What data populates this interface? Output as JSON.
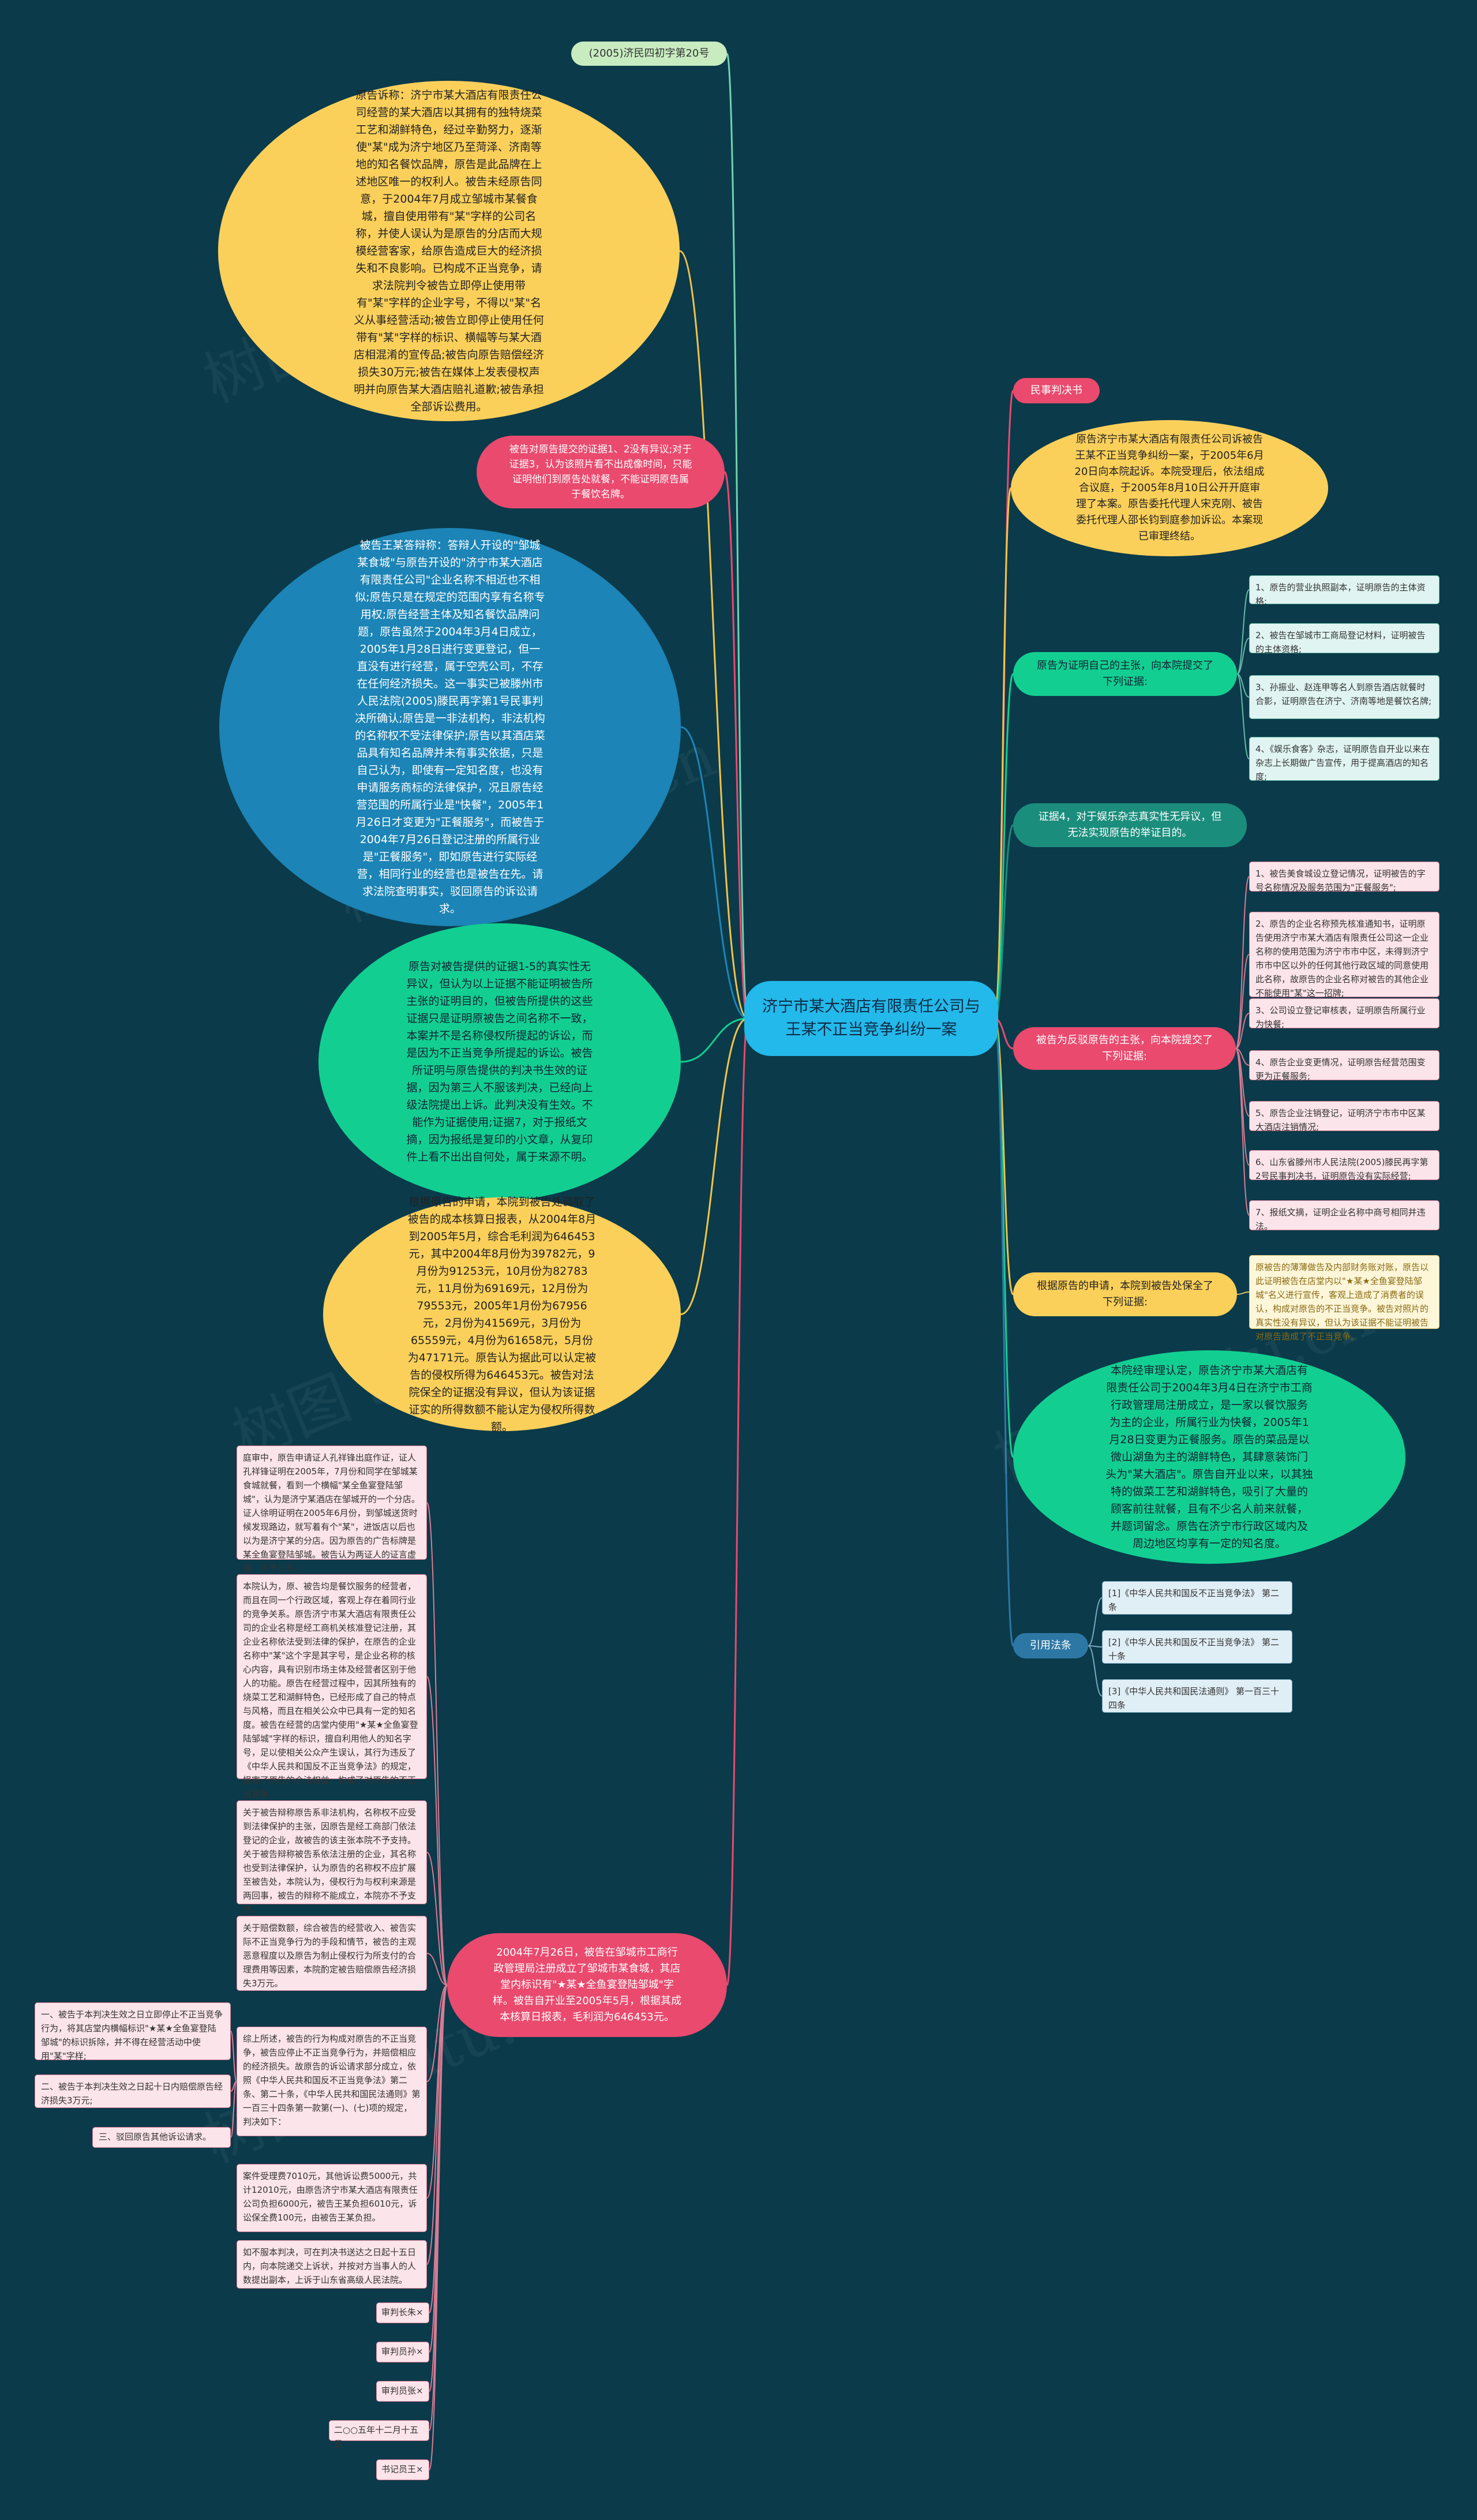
{
  "root": "济宁市某大酒店有限责任公司与王某不正当竞争纠纷一案",
  "watermark": "树图 shutu.cn",
  "colors": {
    "background": "#0b3a4a",
    "center": "#23b9ea",
    "yellow": "#fbd05a",
    "pink": "#e94a6e",
    "blue": "#1c84b6",
    "green": "#12cf91",
    "teal": "#1b8d7c"
  },
  "left": {
    "case_no": "(2005)济民四初字第20号",
    "plaintiff_claim": "原告诉称：济宁市某大酒店有限责任公司经营的某大酒店以其拥有的独特烧菜工艺和湖鲜特色，经过辛勤努力，逐渐使\"某\"成为济宁地区乃至菏泽、济南等地的知名餐饮品牌，原告是此品牌在上述地区唯一的权利人。被告未经原告同意，于2004年7月成立邹城市某餐食城，擅自使用带有\"某\"字样的公司名称，并使人误认为是原告的分店而大规模经营客家，给原告造成巨大的经济损失和不良影响。已构成不正当竞争，请求法院判令被告立即停止使用带有\"某\"字样的企业字号，不得以\"某\"名义从事经营活动;被告立即停止使用任何带有\"某\"字样的标识、横幅等与某大酒店相混淆的宣传品;被告向原告赔偿经济损失30万元;被告在媒体上发表侵权声明并向原告某大酒店赔礼道歉;被告承担全部诉讼费用。",
    "defendant_objection": "被告对原告提交的证据1、2没有异议;对于证据3，认为该照片看不出成像时间，只能证明他们到原告处就餐，不能证明原告属于餐饮名牌。",
    "defendant_defense": "被告王某答辩称：答辩人开设的\"邹城某食城\"与原告开设的\"济宁市某大酒店有限责任公司\"企业名称不相近也不相似;原告只是在规定的范围内享有名称专用权;原告经营主体及知名餐饮品牌问题，原告虽然于2004年3月4日成立，2005年1月28日进行变更登记，但一直没有进行经营，属于空壳公司，不存在任何经济损失。这一事实已被滕州市人民法院(2005)滕民再字第1号民事判决所确认;原告是一非法机构，非法机构的名称权不受法律保护;原告以其酒店菜品具有知名品牌并未有事实依据，只是自己认为，即使有一定知名度，也没有申请服务商标的法律保护，况且原告经营范围的所属行业是\"快餐\"，2005年1月26日才变更为\"正餐服务\"，而被告于2004年7月26日登记注册的所属行业是\"正餐服务\"，即如原告进行实际经营，相同行业的经营也是被告在先。请求法院查明事实，驳回原告的诉讼请求。",
    "court_opinion": "原告对被告提供的证据1-5的真实性无异议，但认为以上证据不能证明被告所主张的证明目的，但被告所提供的这些证据只是证明原被告之间名称不一致，本案并不是名称侵权所提起的诉讼，而是因为不正当竞争所提起的诉讼。被告所证明与原告提供的判决书生效的证据，因为第三人不服该判决，已经向上级法院提出上诉。此判决没有生效。不能作为证据使用;证据7，对于报纸文摘，因为报纸是复印的小文章，从复印件上看不出出自何处，属于来源不明。",
    "cost_review": "根据原告的申请，本院到被告处调取了被告的成本核算日报表，从2004年8月到2005年5月，综合毛利润为646453元，其中2004年8月份为39782元，9月份为91253元，10月份为82783元，11月份为69169元，12月份为79553元，2005年1月份为67956元，2月份为41569元，3月份为65559元，4月份为61658元，5月份为47171元。原告认为据此可以认定被告的侵权所得为646453元。被告对法院保全的证据没有异议，但认为该证据证实的所得数额不能认定为侵权所得数额。",
    "registration": "2004年7月26日，被告在邹城市工商行政管理局注册成立了邹城市某食城，其店堂内标识有\"★某★全鱼宴登陆邹城\"字样。被告自开业至2005年5月，根据其成本核算日报表，毛利润为646453元。",
    "sub_boxes": [
      "庭审中，原告申请证人孔祥锋出庭作证，证人孔祥锋证明在2005年，7月份和同学在邹城某食城就餐，看到一个横幅\"某全鱼宴登陆邹城\"，认为是济宁某酒店在邹城开的一个分店。证人徐明证明在2005年6月份，到邹城送货时候发现路边，就写着有个\"某\"，进饭店以后也以为是济宁某的分店。因为原告的广告标牌是某全鱼宴登陆邹城。被告认为两证人的证言虚假，不予认可。",
      "本院认为，原、被告均是餐饮服务的经营者，而且在同一个行政区域，客观上存在着同行业的竞争关系。原告济宁市某大酒店有限责任公司的企业名称是经工商机关核准登记注册，其企业名称依法受到法律的保护，在原告的企业名称中\"某\"这个字是其字号，是企业名称的核心内容，具有识别市场主体及经营者区别于他人的功能。原告在经营过程中，因其所独有的烧菜工艺和湖鲜特色，已经形成了自己的特点与风格，而且在相关公众中已具有一定的知名度。被告在经营的店堂内使用\"★某★全鱼宴登陆邹城\"字样的标识，擅自利用他人的知名字号，足以使相关公众产生误认，其行为违反了《中华人民共和国反不正当竞争法》的规定，损害了原告的合法权益，构成了对原告的不正当竞争。",
      "关于被告辩称原告系非法机构，名称权不应受到法律保护的主张，因原告是经工商部门依法登记的企业，故被告的该主张本院不予支持。关于被告辩称被告系依法注册的企业，其名称也受到法律保护，认为原告的名称权不应扩展至被告处，本院认为，侵权行为与权利来源是两回事，被告的辩称不能成立，本院亦不予支持。",
      "关于赔偿数额，综合被告的经营收入、被告实际不正当竞争行为的手段和情节，被告的主观恶意程度以及原告为制止侵权行为所支付的合理费用等因素，本院酌定被告赔偿原告经济损失3万元。",
      "综上所述，被告的行为构成对原告的不正当竞争，被告应停止不正当竞争行为，并赔偿相应的经济损失。故原告的诉讼请求部分成立，依照《中华人民共和国反不正当竞争法》第二条、第二十条，《中华人民共和国民法通则》第一百三十四条第一款第(一)、(七)项的规定，判决如下：",
      "案件受理费7010元，其他诉讼费5000元，共计12010元，由原告济宁市某大酒店有限责任公司负担6000元，被告王某负担6010元，诉讼保全费100元，由被告王某负担。",
      "如不服本判决，可在判决书送达之日起十五日内，向本院递交上诉状，并按对方当事人的人数提出副本，上诉于山东省高级人民法院。",
      "审判长朱×",
      "审判员孙×",
      "审判员张×",
      "二○○五年十二月十五日",
      "书记员王×"
    ],
    "judgment_items": [
      "一、被告于本判决生效之日立即停止不正当竞争行为，将其店堂内横幅标识\"★某★全鱼宴登陆邹城\"的标识拆除，并不得在经营活动中使用\"某\"字样;",
      "二、被告于本判决生效之日起十日内赔偿原告经济损失3万元;",
      "三、驳回原告其他诉讼请求。"
    ]
  },
  "right": {
    "civil_judgment": "民事判决书",
    "case_summary": "原告济宁市某大酒店有限责任公司诉被告王某不正当竞争纠纷一案，于2005年6月20日向本院起诉。本院受理后，依法组成合议庭，于2005年8月10日公开开庭审理了本案。原告委托代理人宋克刚、被告委托代理人邵长钧到庭参加诉讼。本案现已审理终结。",
    "plaintiff_evidence_title": "原告为证明自己的主张，向本院提交了下列证据:",
    "plaintiff_evidence": [
      "1、原告的营业执照副本，证明原告的主体资格;",
      "2、被告在邹城市工商局登记材料，证明被告的主体资格;",
      "3、孙振业、赵连甲等名人到原告酒店就餐时合影，证明原告在济宁、济南等地是餐饮名牌;",
      "4、《娱乐食客》杂志，证明原告自开业以来在杂志上长期做广告宣传，用于提高酒店的知名度;"
    ],
    "evidence4": "证据4，对于娱乐杂志真实性无异议，但无法实现原告的举证目的。",
    "defendant_evidence_title": "被告为反驳原告的主张，向本院提交了下列证据:",
    "defendant_evidence": [
      "1、被告美食城设立登记情况，证明被告的字号名称情况及服务范围为\"正餐服务\";",
      "2、原告的企业名称预先核准通知书，证明原告使用济宁市某大酒店有限责任公司这一企业名称的使用范围为济宁市市中区，未得到济宁市市中区以外的任何其他行政区域的同意使用此名称，故原告的企业名称对被告的其他企业不能使用\"某\"这一招牌;",
      "3、公司设立登记审核表，证明原告所属行业为快餐;",
      "4、原告企业变更情况，证明原告经营范围变更为正餐服务;",
      "5、原告企业注销登记，证明济宁市市中区某大酒店注销情况;",
      "6、山东省滕州市人民法院(2005)滕民再字第2号民事判决书，证明原告没有实际经营;",
      "7、报纸文摘，证明企业名称中商号相同并违法。"
    ],
    "preservation_title": "根据原告的申请，本院到被告处保全了下列证据:",
    "preservation_text": "原被告的薄薄做告及内部财务账对账，原告以此证明被告在店堂内以\"★某★全鱼宴登陆邹城\"名义进行宣传，客观上造成了消费者的误认，构成对原告的不正当竞争。被告对照片的真实性没有异议，但认为该证据不能证明被告对原告造成了不正当竞争。",
    "court_findings": "本院经审理认定，原告济宁市某大酒店有限责任公司于2004年3月4日在济宁市工商行政管理局注册成立，是一家以餐饮服务为主的企业，所属行业为快餐，2005年1月28日变更为正餐服务。原告的菜品是以微山湖鱼为主的湖鲜特色，其肆意装饰门头为\"某大酒店\"。原告自开业以来，以其独特的做菜工艺和湖鲜特色，吸引了大量的顾客前往就餐，且有不少名人前来就餐，并题词留念。原告在济宁市行政区域内及周边地区均享有一定的知名度。",
    "laws_title": "引用法条",
    "laws": [
      "[1]《中华人民共和国反不正当竞争法》 第二条",
      "[2]《中华人民共和国反不正当竞争法》 第二十条",
      "[3]《中华人民共和国民法通则》 第一百三十四条"
    ]
  }
}
